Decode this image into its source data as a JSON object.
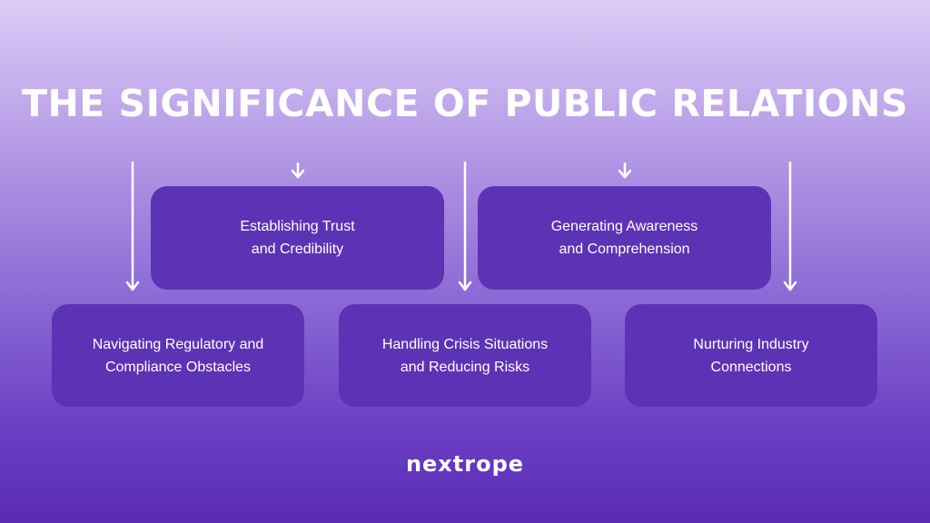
{
  "title": "THE SIGNIFICANCE OF PUBLIC RELATIONS",
  "boxes": {
    "trust": {
      "line1": "Establishing Trust",
      "line2": "and Credibility"
    },
    "awareness": {
      "line1": "Generating Awareness",
      "line2": "and Comprehension"
    },
    "regulatory": {
      "line1": "Navigating Regulatory and",
      "line2": "Compliance Obstacles"
    },
    "crisis": {
      "line1": "Handling Crisis Situations",
      "line2": "and Reducing Risks"
    },
    "industry": {
      "line1": "Nurturing Industry",
      "line2": "Connections"
    }
  },
  "logo": "nextrope",
  "colors": {
    "box": "#5d33b5",
    "text": "#ffffff"
  }
}
